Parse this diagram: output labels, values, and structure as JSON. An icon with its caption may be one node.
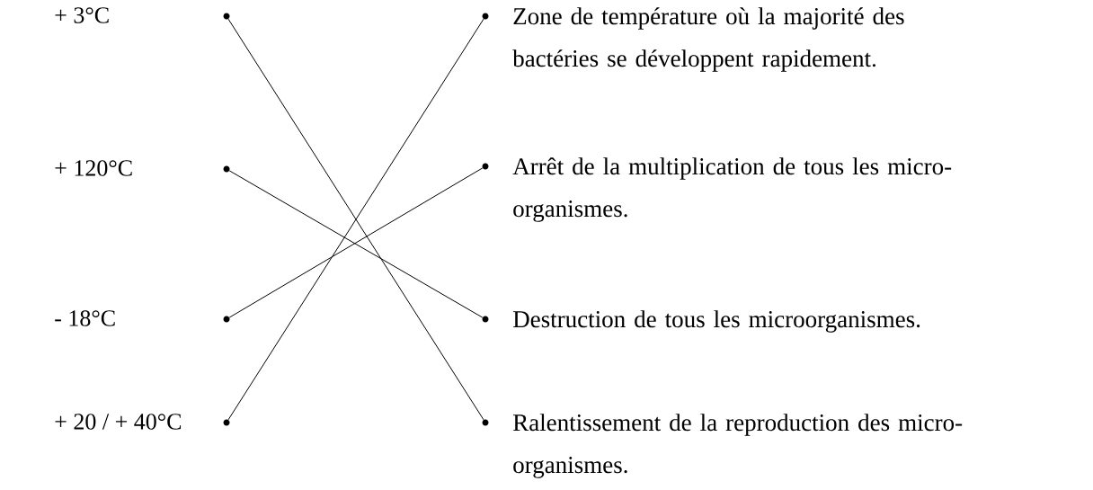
{
  "diagram": {
    "nodes": [
      {
        "text": [],
        "shape": "circle"
      },
      {
        "text": [],
        "shape": "circle"
      },
      {
        "text": [],
        "shape": "circle"
      },
      {
        "text": [],
        "shape": "circle"
      },
      {
        "text": [],
        "shape": "circle",
        "beside": [
          "Zone de température où la majorité des bactéries se développent rapidement."
        ]
      },
      {
        "text": [],
        "shape": "circle",
        "beside": [
          "Arrêt de la multiplication de tous les micro-organismes."
        ]
      },
      {
        "text": [],
        "shape": "circle",
        "beside": [
          "Destruction de tous les microorganismes."
        ]
      },
      {
        "text": [],
        "shape": "circle",
        "beside": [
          "Ralentissement de la reproduction des micro-organismes."
        ]
      }
    ],
    "edges": [
      {
        "from": 0,
        "to": 7,
        "arrow": "none"
      },
      {
        "from": 1,
        "to": 6,
        "arrow": "none"
      },
      {
        "from": 2,
        "to": 5,
        "arrow": "none"
      },
      {
        "from": 3,
        "to": 4,
        "arrow": "none"
      }
    ],
    "labels": [
      "+ 3°C",
      "+ 120°C",
      "- 18°C",
      "+ 20 / + 40°C"
    ]
  }
}
